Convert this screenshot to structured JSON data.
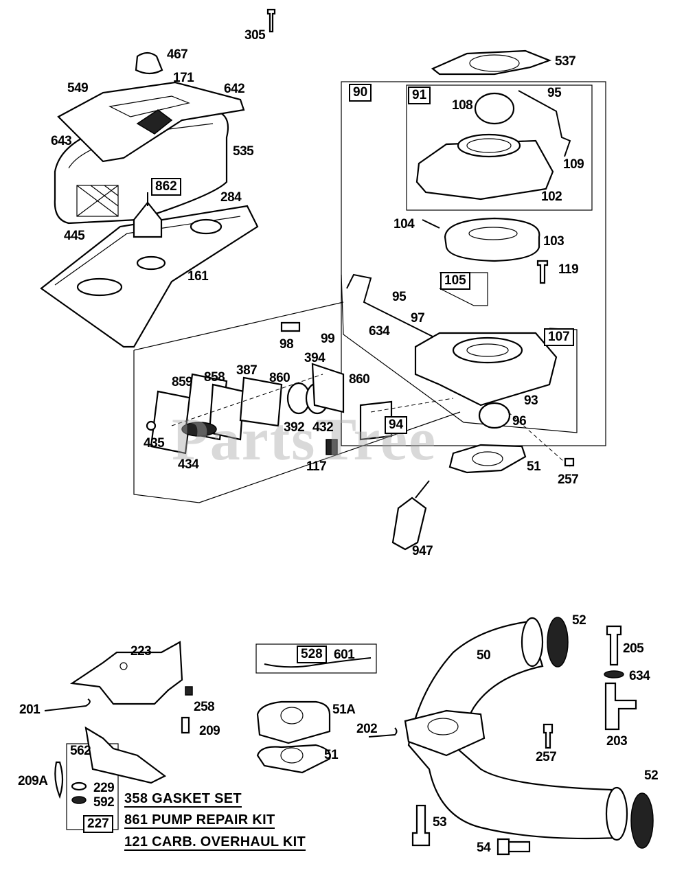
{
  "diagram": {
    "title": "Carburetor, Air Cleaner & Intake Parts Diagram",
    "watermark": "PartsTree",
    "part_labels": {
      "p305": "305",
      "p467": "467",
      "p171": "171",
      "p549": "549",
      "p642": "642",
      "p643": "643",
      "p535": "535",
      "p284": "284",
      "p445": "445",
      "p161": "161",
      "p537": "537",
      "p95a": "95",
      "p108": "108",
      "p109": "109",
      "p102": "102",
      "p104": "104",
      "p103": "103",
      "p119": "119",
      "p95b": "95",
      "p97": "97",
      "p634a": "634",
      "p98": "98",
      "p99": "99",
      "p394": "394",
      "p859": "859",
      "p858": "858",
      "p387": "387",
      "p860a": "860",
      "p860b": "860",
      "p93": "93",
      "p96": "96",
      "p392": "392",
      "p432": "432",
      "p435": "435",
      "p434": "434",
      "p117": "117",
      "p51a": "51",
      "p257a": "257",
      "p947": "947",
      "p52a": "52",
      "p50": "50",
      "p205": "205",
      "p634b": "634",
      "p223": "223",
      "p201": "201",
      "p258": "258",
      "p209": "209",
      "p51A": "51A",
      "p202": "202",
      "p203": "203",
      "p257b": "257",
      "p51b": "51",
      "p562": "562",
      "p209A": "209A",
      "p229": "229",
      "p592": "592",
      "p52b": "52",
      "p53": "53",
      "p54": "54"
    },
    "boxed_labels": {
      "b862": "862",
      "b90": "90",
      "b91": "91",
      "b105": "105",
      "b107": "107",
      "b94": "94",
      "b528": "528",
      "b227": "227"
    },
    "wire_label": "601",
    "kits": [
      {
        "number": "358",
        "name": "GASKET SET",
        "text": "358  GASKET SET"
      },
      {
        "number": "861",
        "name": "PUMP REPAIR KIT",
        "text": "861  PUMP REPAIR KIT"
      },
      {
        "number": "121",
        "name": "CARB. OVERHAUL KIT",
        "text": "121  CARB. OVERHAUL KIT"
      }
    ]
  }
}
